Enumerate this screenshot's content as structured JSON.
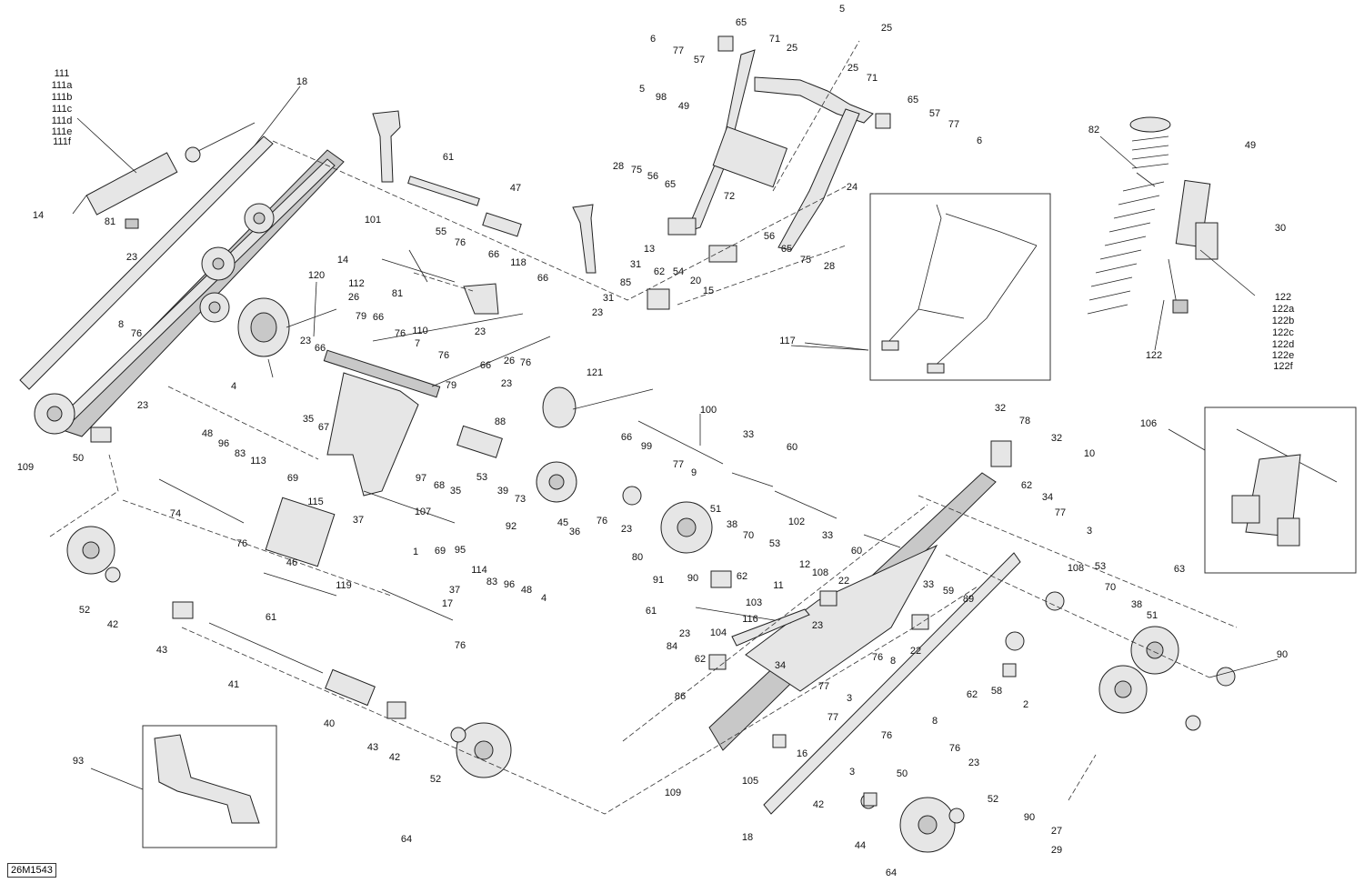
{
  "drawing_ref": "26M1543",
  "callouts": [
    {
      "id": "c1",
      "text": "111"
    },
    {
      "id": "c2",
      "text": "111a"
    },
    {
      "id": "c3",
      "text": "111b"
    },
    {
      "id": "c4",
      "text": "111c"
    },
    {
      "id": "c5",
      "text": "111d"
    },
    {
      "id": "c6",
      "text": "111e"
    },
    {
      "id": "c7",
      "text": "111f"
    },
    {
      "id": "c8",
      "text": "18"
    },
    {
      "id": "c9",
      "text": "14"
    },
    {
      "id": "c10",
      "text": "81"
    },
    {
      "id": "c11",
      "text": "23"
    },
    {
      "id": "c12",
      "text": "8"
    },
    {
      "id": "c13",
      "text": "76"
    },
    {
      "id": "c14",
      "text": "23"
    },
    {
      "id": "c15",
      "text": "109"
    },
    {
      "id": "c16",
      "text": "50"
    },
    {
      "id": "c17",
      "text": "61"
    },
    {
      "id": "c18",
      "text": "47"
    },
    {
      "id": "c19",
      "text": "101"
    },
    {
      "id": "c20",
      "text": "55"
    },
    {
      "id": "c21",
      "text": "76"
    },
    {
      "id": "c22",
      "text": "14"
    },
    {
      "id": "c23",
      "text": "112"
    },
    {
      "id": "c24",
      "text": "81"
    },
    {
      "id": "c25",
      "text": "66"
    },
    {
      "id": "c26",
      "text": "118"
    },
    {
      "id": "c27",
      "text": "66"
    },
    {
      "id": "c28",
      "text": "120"
    },
    {
      "id": "c29",
      "text": "26"
    },
    {
      "id": "c30",
      "text": "79"
    },
    {
      "id": "c31",
      "text": "66"
    },
    {
      "id": "c32",
      "text": "23"
    },
    {
      "id": "c33",
      "text": "66"
    },
    {
      "id": "c34",
      "text": "76"
    },
    {
      "id": "c35",
      "text": "110"
    },
    {
      "id": "c36",
      "text": "23"
    },
    {
      "id": "c37",
      "text": "7"
    },
    {
      "id": "c38",
      "text": "76"
    },
    {
      "id": "c39",
      "text": "26"
    },
    {
      "id": "c40",
      "text": "76"
    },
    {
      "id": "c41",
      "text": "66"
    },
    {
      "id": "c42",
      "text": "23"
    },
    {
      "id": "c43",
      "text": "79"
    },
    {
      "id": "c44",
      "text": "88"
    },
    {
      "id": "c45",
      "text": "121"
    },
    {
      "id": "c46",
      "text": "4"
    },
    {
      "id": "c47",
      "text": "35"
    },
    {
      "id": "c48",
      "text": "67"
    },
    {
      "id": "c49",
      "text": "48"
    },
    {
      "id": "c50",
      "text": "96"
    },
    {
      "id": "c51",
      "text": "83"
    },
    {
      "id": "c52",
      "text": "113"
    },
    {
      "id": "c53",
      "text": "69"
    },
    {
      "id": "c54",
      "text": "97"
    },
    {
      "id": "c55",
      "text": "68"
    },
    {
      "id": "c56",
      "text": "35"
    },
    {
      "id": "c57",
      "text": "53"
    },
    {
      "id": "c58",
      "text": "39"
    },
    {
      "id": "c59",
      "text": "73"
    },
    {
      "id": "c60",
      "text": "45"
    },
    {
      "id": "c61",
      "text": "36"
    },
    {
      "id": "c62",
      "text": "37"
    },
    {
      "id": "c63",
      "text": "74"
    },
    {
      "id": "c64",
      "text": "115"
    },
    {
      "id": "c65",
      "text": "76"
    },
    {
      "id": "c66",
      "text": "46"
    },
    {
      "id": "c67",
      "text": "119"
    },
    {
      "id": "c68",
      "text": "1"
    },
    {
      "id": "c69",
      "text": "107"
    },
    {
      "id": "c70",
      "text": "69"
    },
    {
      "id": "c71",
      "text": "95"
    },
    {
      "id": "c72",
      "text": "92"
    },
    {
      "id": "c73",
      "text": "114"
    },
    {
      "id": "c74",
      "text": "83"
    },
    {
      "id": "c75",
      "text": "96"
    },
    {
      "id": "c76",
      "text": "48"
    },
    {
      "id": "c77",
      "text": "4"
    },
    {
      "id": "c78",
      "text": "37"
    },
    {
      "id": "c79",
      "text": "17"
    },
    {
      "id": "c80",
      "text": "76"
    },
    {
      "id": "c81",
      "text": "61"
    },
    {
      "id": "c82",
      "text": "52"
    },
    {
      "id": "c83",
      "text": "42"
    },
    {
      "id": "c84",
      "text": "43"
    },
    {
      "id": "c85",
      "text": "41"
    },
    {
      "id": "c86",
      "text": "40"
    },
    {
      "id": "c87",
      "text": "43"
    },
    {
      "id": "c88",
      "text": "42"
    },
    {
      "id": "c89",
      "text": "52"
    },
    {
      "id": "c90",
      "text": "64"
    },
    {
      "id": "c91",
      "text": "93"
    },
    {
      "id": "c92",
      "text": "5"
    },
    {
      "id": "c93",
      "text": "6"
    },
    {
      "id": "c94",
      "text": "77"
    },
    {
      "id": "c95",
      "text": "57"
    },
    {
      "id": "c96",
      "text": "65"
    },
    {
      "id": "c97",
      "text": "71"
    },
    {
      "id": "c98",
      "text": "25"
    },
    {
      "id": "c99",
      "text": "25"
    },
    {
      "id": "c100",
      "text": "25"
    },
    {
      "id": "c101",
      "text": "71"
    },
    {
      "id": "c102",
      "text": "5"
    },
    {
      "id": "c103",
      "text": "98"
    },
    {
      "id": "c104",
      "text": "49"
    },
    {
      "id": "c105",
      "text": "65"
    },
    {
      "id": "c106",
      "text": "57"
    },
    {
      "id": "c107",
      "text": "77"
    },
    {
      "id": "c108",
      "text": "6"
    },
    {
      "id": "c109",
      "text": "28"
    },
    {
      "id": "c110",
      "text": "75"
    },
    {
      "id": "c111",
      "text": "56"
    },
    {
      "id": "c112",
      "text": "65"
    },
    {
      "id": "c113",
      "text": "72"
    },
    {
      "id": "c114",
      "text": "24"
    },
    {
      "id": "c115",
      "text": "13"
    },
    {
      "id": "c116",
      "text": "31"
    },
    {
      "id": "c117",
      "text": "85"
    },
    {
      "id": "c118",
      "text": "31"
    },
    {
      "id": "c119",
      "text": "23"
    },
    {
      "id": "c120",
      "text": "62"
    },
    {
      "id": "c121",
      "text": "54"
    },
    {
      "id": "c122",
      "text": "20"
    },
    {
      "id": "c123",
      "text": "15"
    },
    {
      "id": "c124",
      "text": "56"
    },
    {
      "id": "c125",
      "text": "65"
    },
    {
      "id": "c126",
      "text": "75"
    },
    {
      "id": "c127",
      "text": "28"
    },
    {
      "id": "c128",
      "text": "117"
    },
    {
      "id": "c129",
      "text": "82"
    },
    {
      "id": "c130",
      "text": "49"
    },
    {
      "id": "c131",
      "text": "30"
    },
    {
      "id": "c132",
      "text": "122"
    },
    {
      "id": "c133",
      "text": "122a"
    },
    {
      "id": "c134",
      "text": "122b"
    },
    {
      "id": "c135",
      "text": "122c"
    },
    {
      "id": "c136",
      "text": "122d"
    },
    {
      "id": "c137",
      "text": "122e"
    },
    {
      "id": "c138",
      "text": "122f"
    },
    {
      "id": "c139",
      "text": "122"
    },
    {
      "id": "c140",
      "text": "100"
    },
    {
      "id": "c141",
      "text": "33"
    },
    {
      "id": "c142",
      "text": "60"
    },
    {
      "id": "c143",
      "text": "66"
    },
    {
      "id": "c144",
      "text": "99"
    },
    {
      "id": "c145",
      "text": "77"
    },
    {
      "id": "c146",
      "text": "9"
    },
    {
      "id": "c147",
      "text": "76"
    },
    {
      "id": "c148",
      "text": "23"
    },
    {
      "id": "c149",
      "text": "80"
    },
    {
      "id": "c150",
      "text": "51"
    },
    {
      "id": "c151",
      "text": "38"
    },
    {
      "id": "c152",
      "text": "70"
    },
    {
      "id": "c153",
      "text": "53"
    },
    {
      "id": "c154",
      "text": "102"
    },
    {
      "id": "c155",
      "text": "33"
    },
    {
      "id": "c156",
      "text": "60"
    },
    {
      "id": "c157",
      "text": "91"
    },
    {
      "id": "c158",
      "text": "90"
    },
    {
      "id": "c159",
      "text": "62"
    },
    {
      "id": "c160",
      "text": "12"
    },
    {
      "id": "c161",
      "text": "11"
    },
    {
      "id": "c162",
      "text": "108"
    },
    {
      "id": "c163",
      "text": "22"
    },
    {
      "id": "c164",
      "text": "103"
    },
    {
      "id": "c165",
      "text": "61"
    },
    {
      "id": "c166",
      "text": "116"
    },
    {
      "id": "c167",
      "text": "23"
    },
    {
      "id": "c168",
      "text": "33"
    },
    {
      "id": "c169",
      "text": "59"
    },
    {
      "id": "c170",
      "text": "89"
    },
    {
      "id": "c171",
      "text": "32"
    },
    {
      "id": "c172",
      "text": "78"
    },
    {
      "id": "c173",
      "text": "32"
    },
    {
      "id": "c174",
      "text": "10"
    },
    {
      "id": "c175",
      "text": "62"
    },
    {
      "id": "c176",
      "text": "34"
    },
    {
      "id": "c177",
      "text": "77"
    },
    {
      "id": "c178",
      "text": "3"
    },
    {
      "id": "c179",
      "text": "106"
    },
    {
      "id": "c180",
      "text": "108"
    },
    {
      "id": "c181",
      "text": "53"
    },
    {
      "id": "c182",
      "text": "63"
    },
    {
      "id": "c183",
      "text": "70"
    },
    {
      "id": "c184",
      "text": "38"
    },
    {
      "id": "c185",
      "text": "51"
    },
    {
      "id": "c186",
      "text": "23"
    },
    {
      "id": "c187",
      "text": "104"
    },
    {
      "id": "c188",
      "text": "84"
    },
    {
      "id": "c189",
      "text": "62"
    },
    {
      "id": "c190",
      "text": "34"
    },
    {
      "id": "c191",
      "text": "86"
    },
    {
      "id": "c192",
      "text": "76"
    },
    {
      "id": "c193",
      "text": "8"
    },
    {
      "id": "c194",
      "text": "22"
    },
    {
      "id": "c195",
      "text": "77"
    },
    {
      "id": "c196",
      "text": "3"
    },
    {
      "id": "c197",
      "text": "58"
    },
    {
      "id": "c198",
      "text": "2"
    },
    {
      "id": "c199",
      "text": "90"
    },
    {
      "id": "c200",
      "text": "62"
    },
    {
      "id": "c201",
      "text": "8"
    },
    {
      "id": "c202",
      "text": "76"
    },
    {
      "id": "c203",
      "text": "77"
    },
    {
      "id": "c204",
      "text": "16"
    },
    {
      "id": "c205",
      "text": "105"
    },
    {
      "id": "c206",
      "text": "109"
    },
    {
      "id": "c207",
      "text": "3"
    },
    {
      "id": "c208",
      "text": "50"
    },
    {
      "id": "c209",
      "text": "76"
    },
    {
      "id": "c210",
      "text": "23"
    },
    {
      "id": "c211",
      "text": "18"
    },
    {
      "id": "c212",
      "text": "42"
    },
    {
      "id": "c213",
      "text": "44"
    },
    {
      "id": "c214",
      "text": "52"
    },
    {
      "id": "c215",
      "text": "90"
    },
    {
      "id": "c216",
      "text": "27"
    },
    {
      "id": "c217",
      "text": "29"
    },
    {
      "id": "c218",
      "text": "64"
    }
  ]
}
